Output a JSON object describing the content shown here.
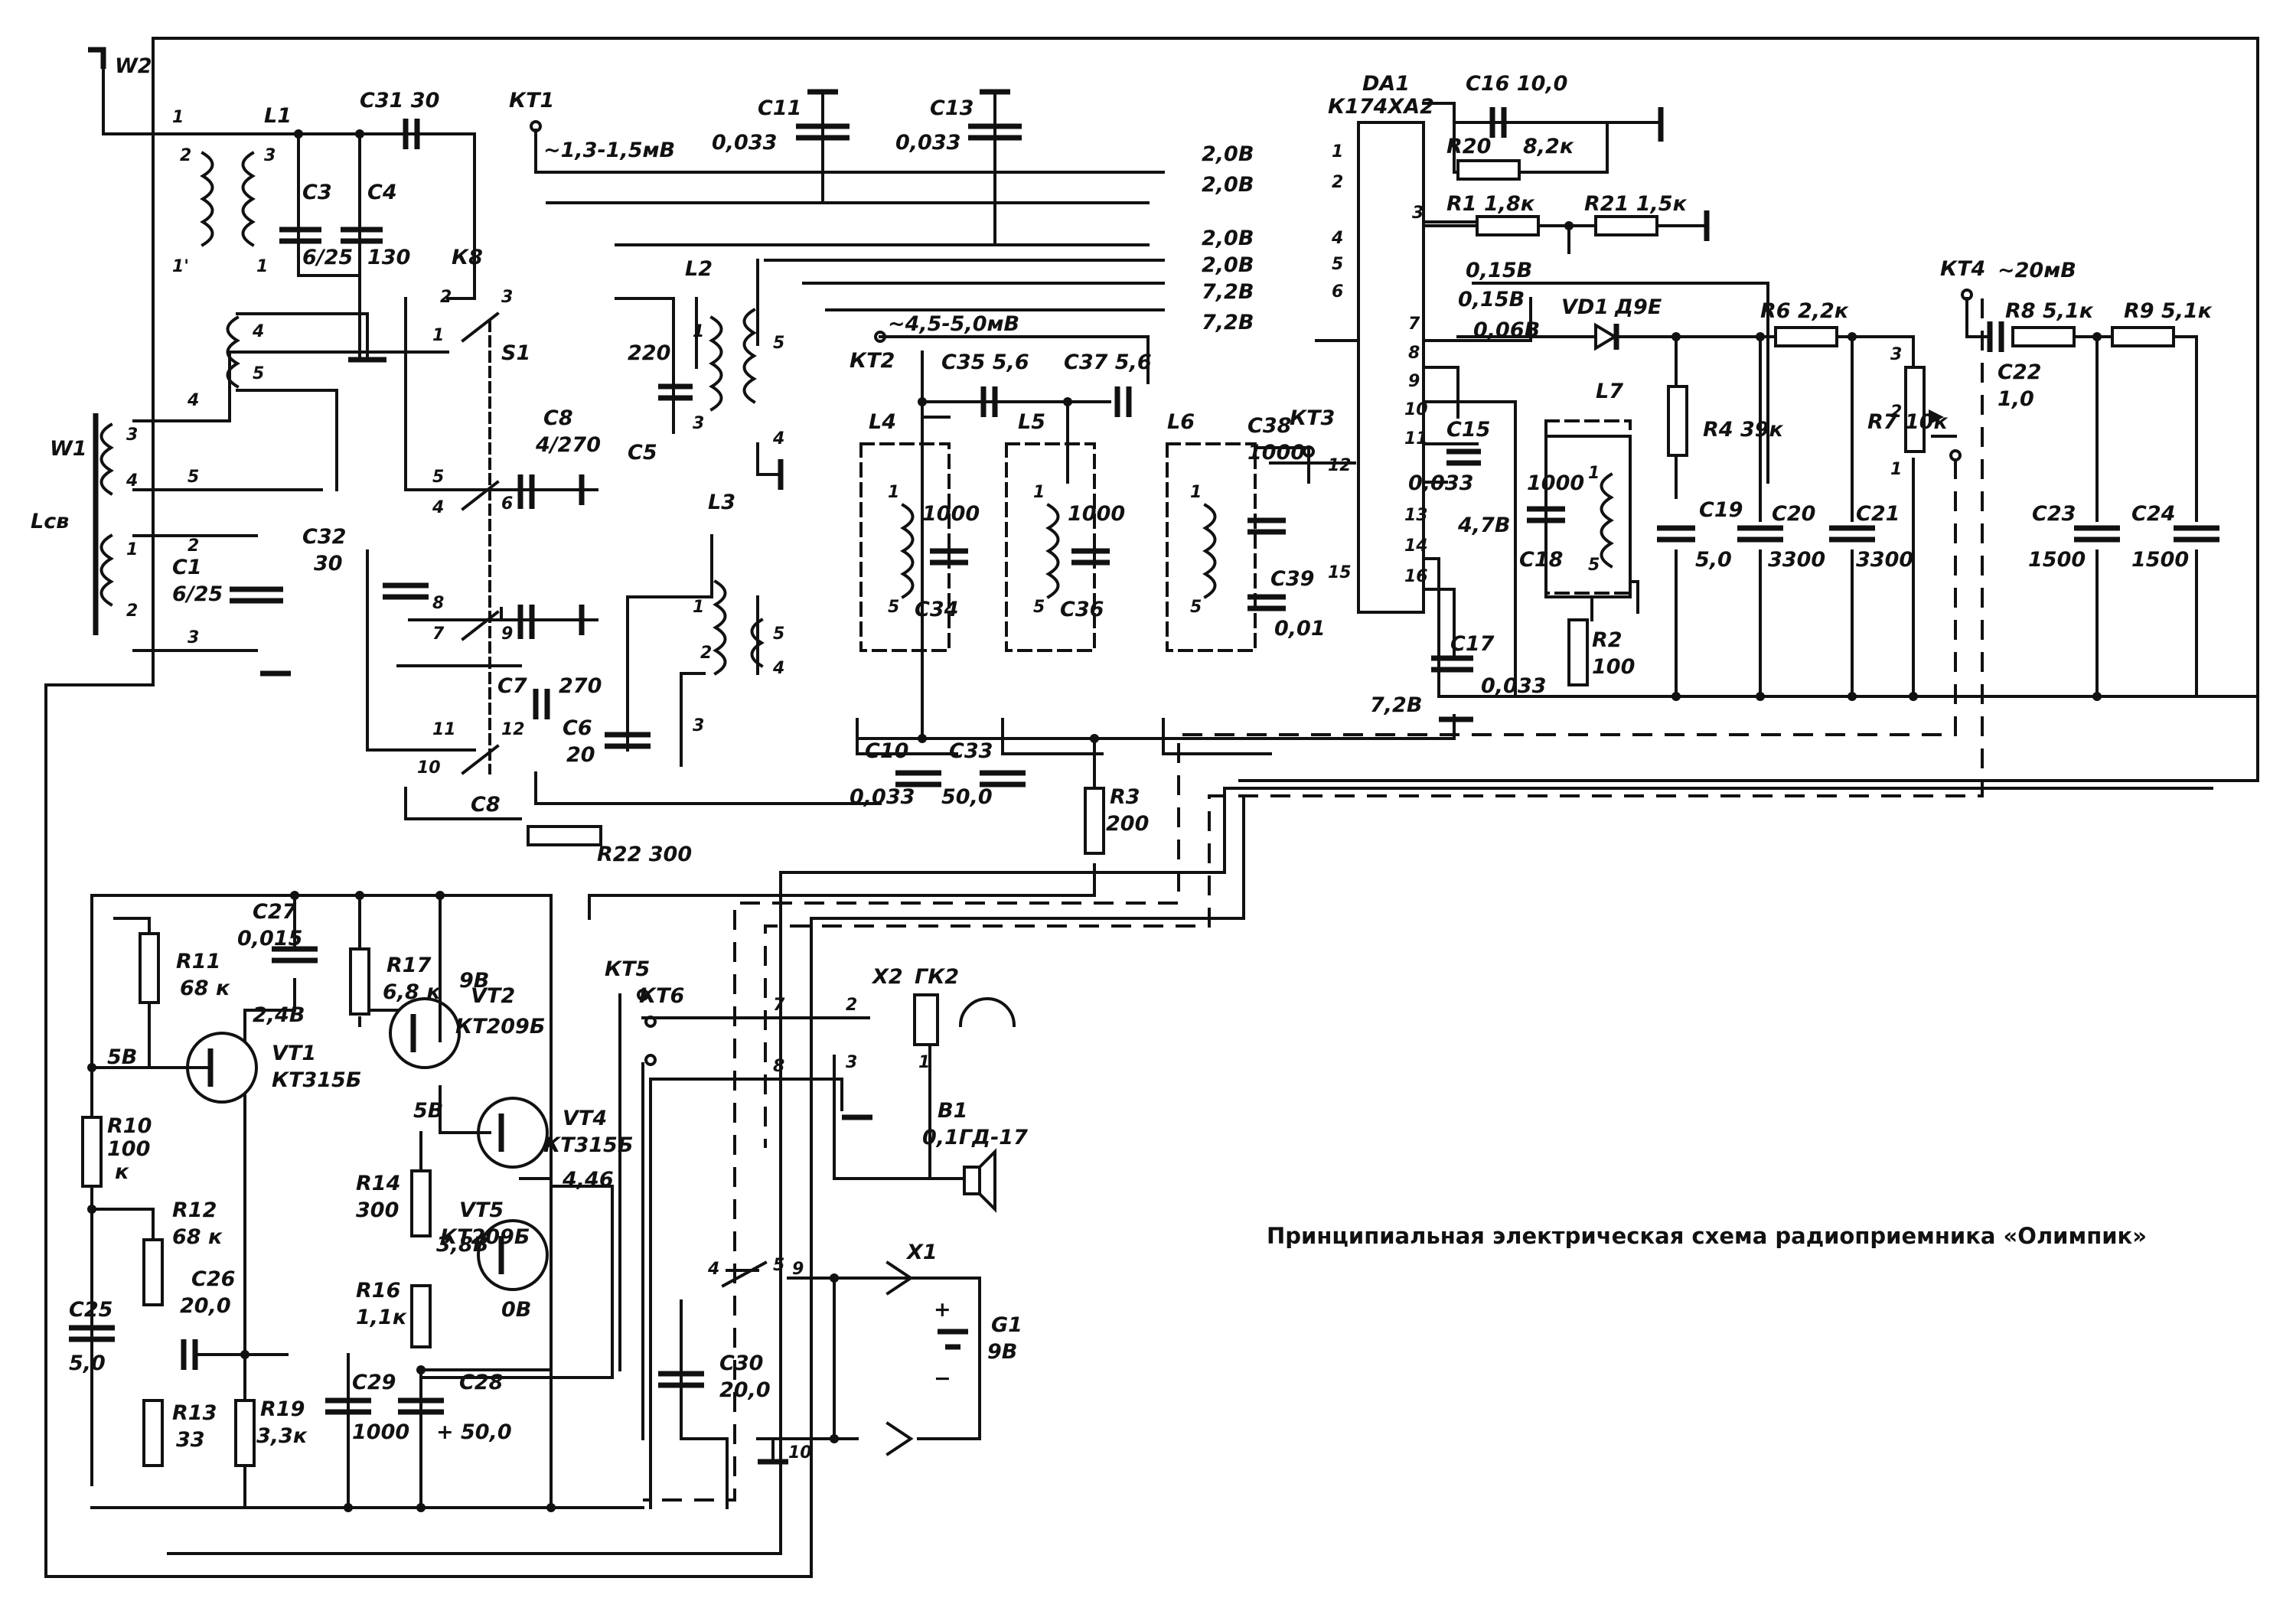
{
  "caption": "Принципиальная электрическая схема радиоприемника «Олимпик»",
  "chip": {
    "ref": "DA1",
    "part": "К174ХА2",
    "pins": [
      "1",
      "2",
      "3",
      "4",
      "5",
      "6",
      "7",
      "8",
      "9",
      "10",
      "11",
      "12",
      "13",
      "14",
      "15",
      "16"
    ]
  },
  "nets": {
    "v1": "2,0В",
    "v2": "2,0В",
    "v4": "2,0В",
    "v5": "2,0В",
    "v6": "7,2В",
    "v6b": "7,2В",
    "p7": "0,15В",
    "p8": "0,15В",
    "p9": "0,06В",
    "p13": "4,7В",
    "bus": "7,2В"
  },
  "test_points": {
    "kt1": "КТ1",
    "kt1_level": "~1,3-1,5мВ",
    "kt2": "КТ2",
    "kt2_level": "~4,5-5,0мВ",
    "kt3": "КТ3",
    "kt4": "КТ4",
    "kt4_level": "~20мВ",
    "kt5": "КТ5",
    "kt6": "КТ6"
  },
  "antenna": {
    "w2": "W2",
    "w1": "W1",
    "lcb": "Lсв",
    "l1": "L1",
    "l1_pins": [
      "1",
      "2",
      "3",
      "1'",
      "1"
    ],
    "w1_pins": [
      "3",
      "4",
      "1",
      "2"
    ],
    "w1_leads": [
      "4",
      "5",
      "2",
      "3"
    ],
    "k8_coil_pins": [
      "4",
      "5"
    ]
  },
  "switch": {
    "k8": "К8",
    "s1": "S1",
    "c8": "С8",
    "pins": [
      "1",
      "2",
      "3",
      "4",
      "5",
      "6",
      "7",
      "8",
      "9",
      "10",
      "11",
      "12"
    ]
  },
  "capacitors": {
    "c31": "С31 30",
    "c3": "С3",
    "c3v": "6/25",
    "c4": "С4",
    "c4v": "130",
    "c1": "С1",
    "c1v": "6/25",
    "c32": "С32",
    "c32v": "30",
    "c8": "С8",
    "c8v": "4/270",
    "c7": "С7",
    "c7v": "270",
    "c6": "С6",
    "c6v": "20",
    "c5": "С5",
    "c5v": "220",
    "c11": "С11",
    "c11v": "0,033",
    "c13": "С13",
    "c13v": "0,033",
    "c35": "С35 5,6",
    "c37": "С37 5,6",
    "c38": "С38",
    "c38v": "1000",
    "c34": "С34",
    "c34v": "1000",
    "c36": "С36",
    "c36v": "1000",
    "c39": "С39",
    "c39v": "0,01",
    "c10": "С10",
    "c10v": "0,033",
    "c33": "С33",
    "c33v": "50,0",
    "c16": "С16 10,0",
    "c15": "С15",
    "c15v": "0,033",
    "c17": "С17",
    "c17v": "0,033",
    "c18": "С18",
    "c18v": "1000",
    "c19": "С19",
    "c19v": "5,0",
    "c20": "С20",
    "c20v": "3300",
    "c21": "С21",
    "c21v": "3300",
    "c22": "С22",
    "c22v": "1,0",
    "c23": "С23",
    "c23v": "1500",
    "c24": "С24",
    "c24v": "1500",
    "c27": "С27",
    "c27v": "0,015",
    "c26": "С26",
    "c26v": "20,0",
    "c25": "С25",
    "c25v": "5,0",
    "c29": "С29",
    "c29v": "1000",
    "c28": "С28",
    "c28v": "+ 50,0",
    "c30": "С30",
    "c30v": "20,0"
  },
  "resistors": {
    "r20": "R20",
    "r20v": "8,2к",
    "r1": "R1 1,8к",
    "r21": "R21 1,5к",
    "r6": "R6 2,2к",
    "r7": "R7 10к",
    "r4": "R4 39к",
    "r2": "R2",
    "r2v": "100",
    "r8": "R8 5,1к",
    "r9": "R9 5,1к",
    "r3": "R3",
    "r3v": "200",
    "r22": "R22 300",
    "r11": "R11",
    "r11v": "68 к",
    "r17": "R17",
    "r17v": "6,8 к",
    "r10": "R10",
    "r10v": "100",
    "r10u": "к",
    "r12": "R12",
    "r12v": "68 к",
    "r13": "R13",
    "r13v": "33",
    "r19": "R19",
    "r19v": "3,3к",
    "r14": "R14",
    "r14v": "300",
    "r16": "R16",
    "r16v": "1,1к"
  },
  "coils": {
    "l2": "L2",
    "l3": "L3",
    "l4": "L4",
    "l5": "L5",
    "l6": "L6",
    "l7": "L7",
    "l2_pins": [
      "1",
      "3",
      "5",
      "4"
    ],
    "l3_pins": [
      "1",
      "2",
      "3",
      "5",
      "4"
    ],
    "l_pins": [
      "1",
      "5"
    ]
  },
  "detector": {
    "vd1": "VD1",
    "part": "Д9Е"
  },
  "transistors": {
    "vt1": "VT1",
    "vt1p": "КТ315Б",
    "vt2": "VT2",
    "vt2p": "КТ209Б",
    "vt4": "VT4",
    "vt4p": "КТ315Б",
    "vt5": "VT5",
    "vt5p": "КТ209Б"
  },
  "voltages": {
    "v24": "2,4В",
    "v5a": "5В",
    "v9": "9В",
    "v5b": "5В",
    "v446": "4,46",
    "v38": "3,8В",
    "v0": "0В"
  },
  "output": {
    "x2": "Х2",
    "gk2": "ГК2",
    "b1": "В1",
    "b1p": "0,1ГД-17",
    "x1": "Х1",
    "g1": "G1",
    "g1v": "9В",
    "plus": "+",
    "minus": "−",
    "jack_pins": [
      "2",
      "3",
      "1"
    ],
    "wires": [
      "7",
      "8",
      "4",
      "5",
      "9",
      "10"
    ]
  },
  "pot": {
    "r7_pins": [
      "3",
      "2",
      "1"
    ]
  }
}
